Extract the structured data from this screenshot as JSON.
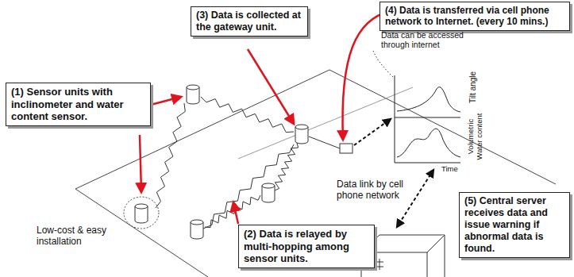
{
  "diagram": {
    "nodes": [
      {
        "text": [
          "(1) Sensor units with inclinometer and water content sensor."
        ]
      },
      {
        "text": [
          "(3) Data is collected at the gateway unit."
        ]
      },
      {
        "text": [
          "(4) Data is transferred via cell phone network to Internet. (every 10 mins.)"
        ]
      },
      {
        "text": [
          "(2) Data is relayed by multi-hopping among sensor units."
        ]
      },
      {
        "text": [
          "(5) Central server receives data and issue warning if abnormal data is found."
        ]
      }
    ],
    "labels": [
      "Data can be accessed through internet",
      "Data link by cell phone network",
      "Low-cost & easy installation",
      "Tilt angle",
      "Volumetric Water content",
      "Time"
    ]
  }
}
